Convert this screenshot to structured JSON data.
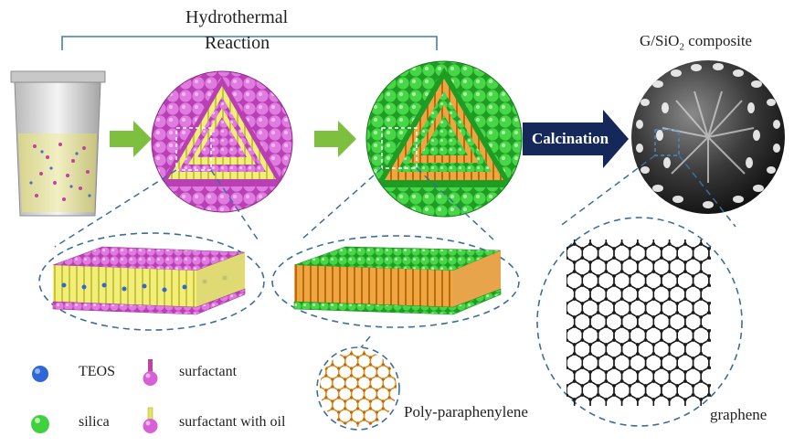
{
  "header": {
    "hydrothermal_line1": "Hydrothermal",
    "hydrothermal_line2": "Reaction",
    "composite_label_prefix": "G/SiO",
    "composite_label_sub": "2",
    "composite_label_suffix": " composite"
  },
  "arrow": {
    "calcination_label": "Calcination"
  },
  "callouts": {
    "polymer_label": "Poly-paraphenylene",
    "graphene_label": "graphene"
  },
  "legend": {
    "teos": "TEOS",
    "surfactant": "surfactant",
    "silica": "silica",
    "surfactant_oil": "surfactant with oil"
  },
  "colors": {
    "magenta": "#d860d6",
    "green": "#3fd13f",
    "yellow": "#e8e35a",
    "orange": "#e08a1a",
    "teos_blue": "#2f67d6",
    "navy_arrow": "#14295a",
    "green_arrow": "#7fbf3f",
    "dash": "#3a6f9c"
  }
}
